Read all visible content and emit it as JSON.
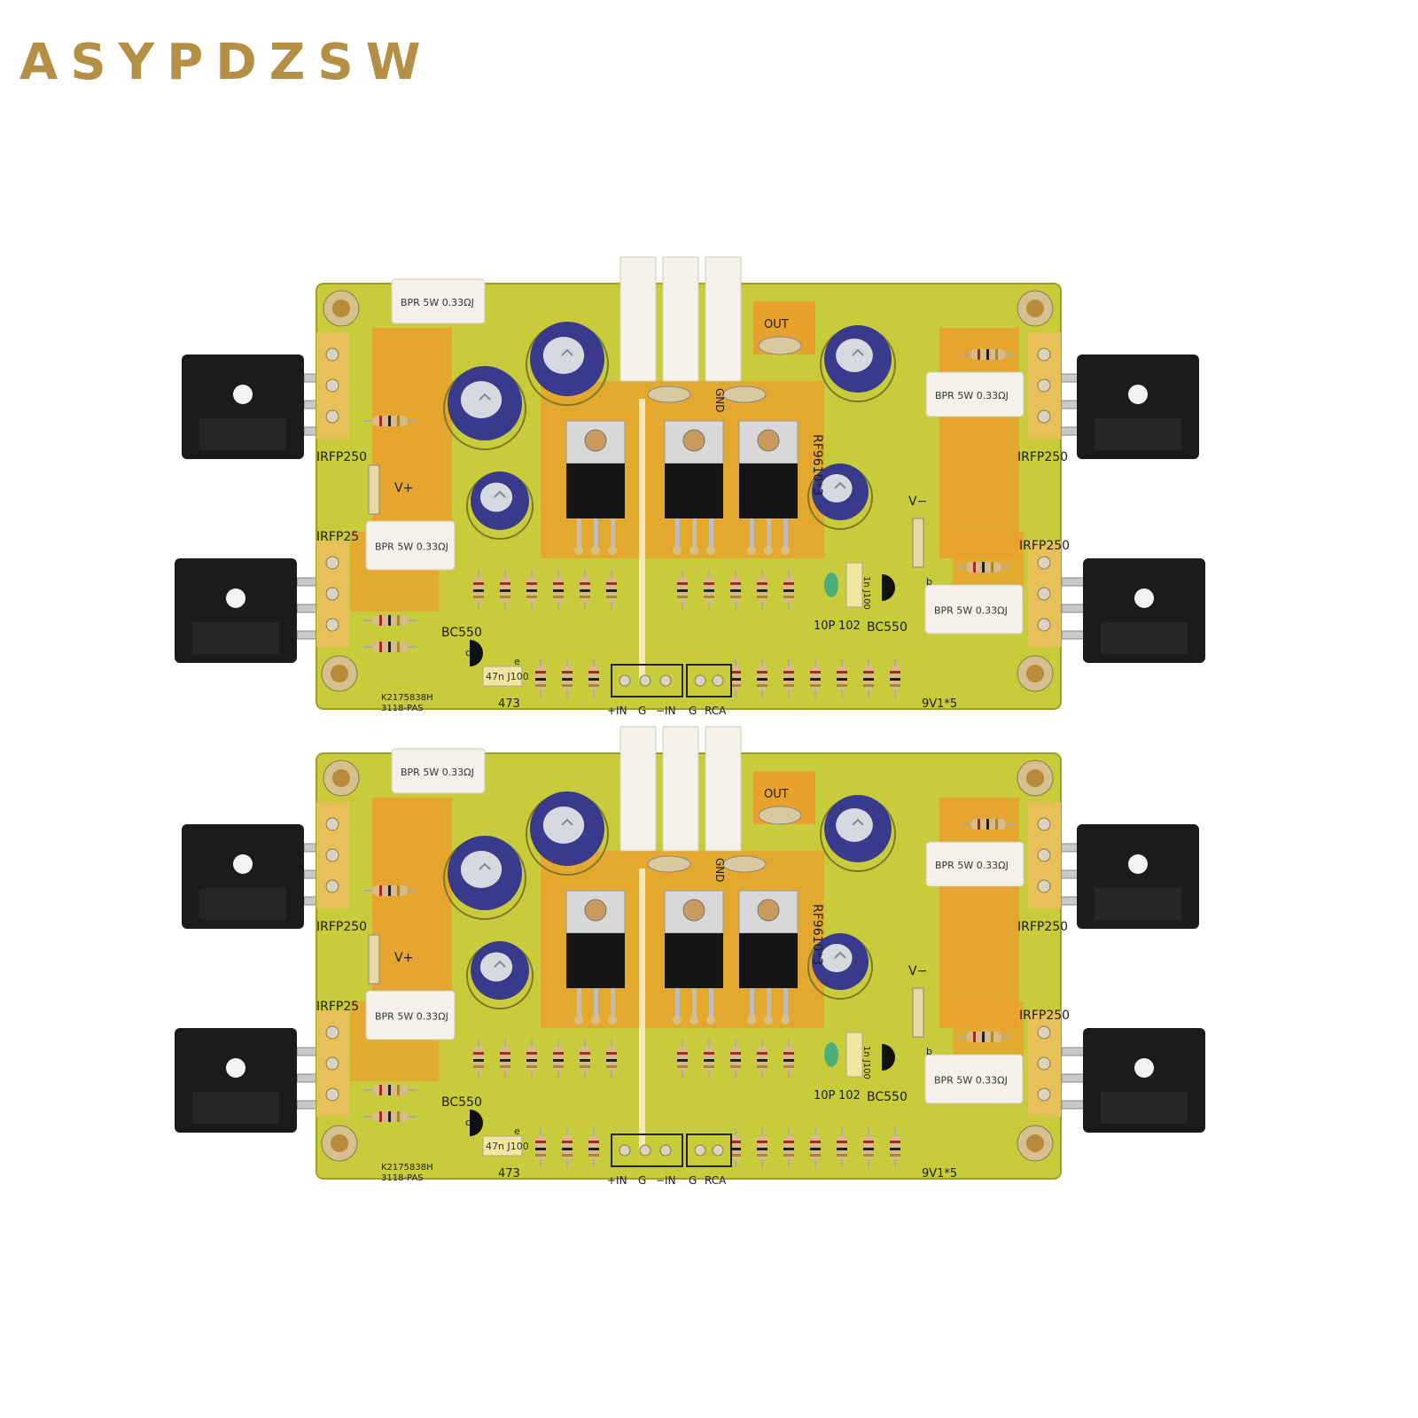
{
  "brand": "ASYPDZSW",
  "colors": {
    "brand": "#b58f45",
    "pcb": "#c9cc3a",
    "copper": "#e9a12d",
    "transistor": "#1b1b1b",
    "capacitor": "#3a3a8c",
    "resistor_block": "#f3f1ea"
  },
  "boards": [
    {
      "labels": {
        "out": "OUT",
        "gnd": "GND",
        "vplus": "V+",
        "vminus": "V−",
        "irfp_tl": "IRFP250",
        "irfp_bl": "IRFP25",
        "irfp_tr": "IRFP250",
        "irfp_br": "IRFP250",
        "rf9610": "RF9610*3",
        "bc550_left": "BC550",
        "bc550_right": "BC550",
        "cap_10p": "10P",
        "cap_102": "102",
        "cap_473": "473",
        "cap_47n": "47n J100",
        "cap_1n": "1n J100",
        "zener": "9V1*5",
        "conn_in_plus": "+IN",
        "conn_g1": "G",
        "conn_in_minus": "−IN",
        "conn_g2": "G",
        "conn_rca": "RCA",
        "code": "K2175838H",
        "code2": "3118-PAS",
        "res_text": "BPR 5W 0.33ΩJ",
        "ce": "c",
        "e": "e",
        "b": "b"
      }
    },
    {
      "labels": {
        "out": "OUT",
        "gnd": "GND",
        "vplus": "V+",
        "vminus": "V−",
        "irfp_tl": "IRFP250",
        "irfp_bl": "IRFP25",
        "irfp_tr": "IRFP250",
        "irfp_br": "IRFP250",
        "rf9610": "RF9610*3",
        "bc550_left": "BC550",
        "bc550_right": "BC550",
        "cap_10p": "10P",
        "cap_102": "102",
        "cap_473": "473",
        "cap_47n": "47n J100",
        "cap_1n": "1n J100",
        "zener": "9V1*5",
        "conn_in_plus": "+IN",
        "conn_g1": "G",
        "conn_in_minus": "−IN",
        "conn_g2": "G",
        "conn_rca": "RCA",
        "code": "K2175838H",
        "code2": "3118-PAS",
        "res_text": "BPR 5W 0.33ΩJ",
        "ce": "c",
        "e": "e",
        "b": "b"
      }
    }
  ]
}
